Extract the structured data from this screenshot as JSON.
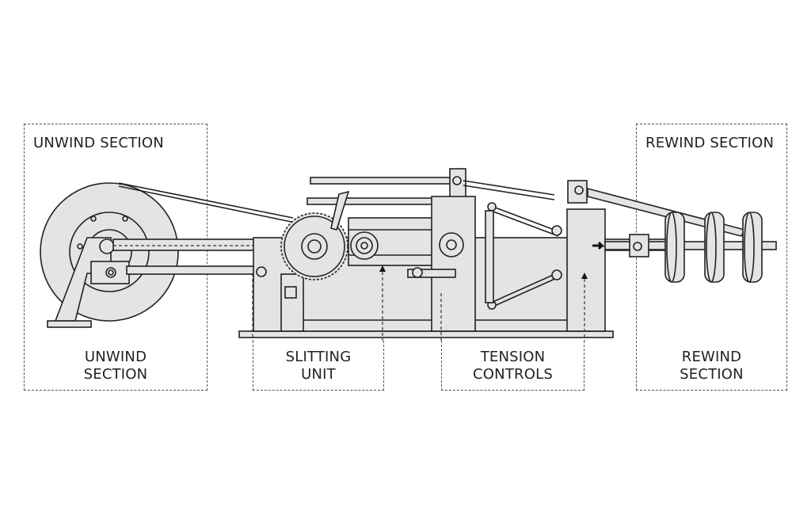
{
  "diagram": {
    "sections": [
      {
        "id": "unwind",
        "top_label": "UNWIND SECTION",
        "bottom_label_line1": "UNWIND",
        "bottom_label_line2": "SECTION"
      },
      {
        "id": "slitting",
        "bottom_label_line1": "SLITTING",
        "bottom_label_line2": "UNIT"
      },
      {
        "id": "tension",
        "bottom_label_line1": "TENSION",
        "bottom_label_line2": "CONTROLS"
      },
      {
        "id": "rewind",
        "top_label": "REWIND SECTION",
        "bottom_label_line1": "REWIND",
        "bottom_label_line2": "SECTION"
      }
    ],
    "colors": {
      "line": "#222222",
      "fill": "#e4e4e4",
      "background": "#ffffff"
    }
  }
}
